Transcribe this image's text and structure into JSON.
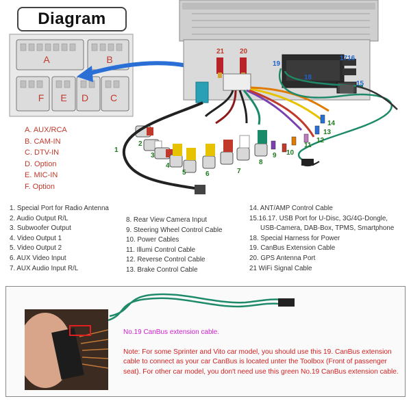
{
  "title": "Diagram",
  "connector_letters": [
    "A",
    "B",
    "F",
    "E",
    "D",
    "C"
  ],
  "legend": [
    "A. AUX/RCA",
    "B. CAM-IN",
    "C. DTV-IN",
    "D. Option",
    "E. MIC-IN",
    "F. Option"
  ],
  "callout_numbers": {
    "n1": "1",
    "n2": "2",
    "n3": "3",
    "n4": "4",
    "n5": "5",
    "n6": "6",
    "n7": "7",
    "n8": "8",
    "n9": "9",
    "n10": "10",
    "n11": "11",
    "n12": "12",
    "n13": "13",
    "n14": "14",
    "n15": "15",
    "n1617": "1716",
    "n18": "18",
    "n19": "19",
    "n20": "20",
    "n21": "21"
  },
  "list_left": [
    "1. Special Port for Radio Antenna",
    "2. Audio Output R/L",
    "3. Subwoofer Output",
    "4. Video Output 1",
    "5. Video Output 2",
    "6. AUX Video Input",
    "7. AUX Audio Input R/L"
  ],
  "list_middle": [
    "8. Rear View Camera Input",
    "9. Steering Wheel Control Cable",
    "10. Power Cables",
    "11. Illumi Control Cable",
    "12. Reverse Control Cable",
    "13. Brake Control Cable"
  ],
  "list_right": [
    "14. ANT/AMP Control Cable",
    "15.16.17. USB Port for U-Disc, 3G/4G-Dongle,",
    "USB-Camera, DAB-Box, TPMS, Smartphone",
    "18. Special Harness for Power",
    "19. CanBus Extension Cable",
    "20. GPS Antenna Port",
    "21 WiFi Signal Cable"
  ],
  "canbus_title": "No.19 CanBus extension cable.",
  "note": "Note: For some Sprinter and Vito car model, you should use this 19. CanBus extension cable to connect as your car CanBus is located unter the Toolbox (Front of passenger seat). For other car model, you don't need use this green No.19 CanBus extension cable.",
  "colors": {
    "legend_red": "#c0392b",
    "callout_green": "#1e7a1e",
    "arrow_blue": "#2a6fd6",
    "canbus_magenta": "#d11fd1",
    "note_red": "#d12020",
    "cable_green": "#1f8a6a"
  },
  "icons": [
    "wiring-connector-icon",
    "arrow-icon",
    "rca-plug-icon",
    "antenna-cable-icon",
    "green-cable-icon"
  ]
}
